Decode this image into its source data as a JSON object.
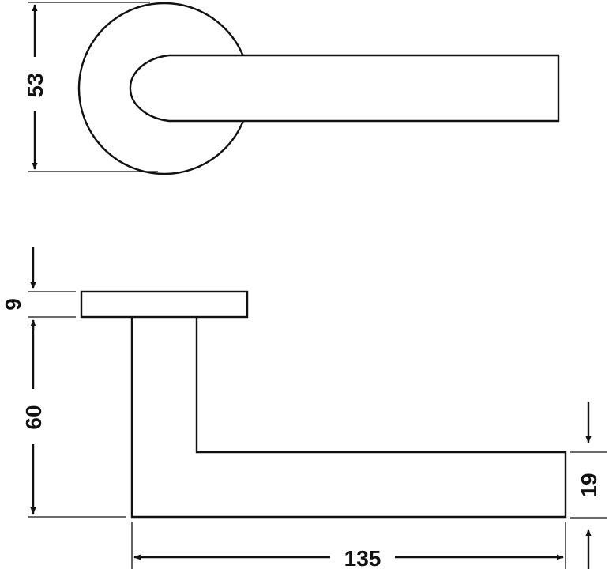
{
  "drawing": {
    "line_color": "#111111",
    "background": "#ffffff",
    "dimensions": {
      "rose_diameter": "53",
      "rose_thickness": "9",
      "handle_projection": "60",
      "lever_thickness": "19",
      "lever_length": "135"
    }
  }
}
